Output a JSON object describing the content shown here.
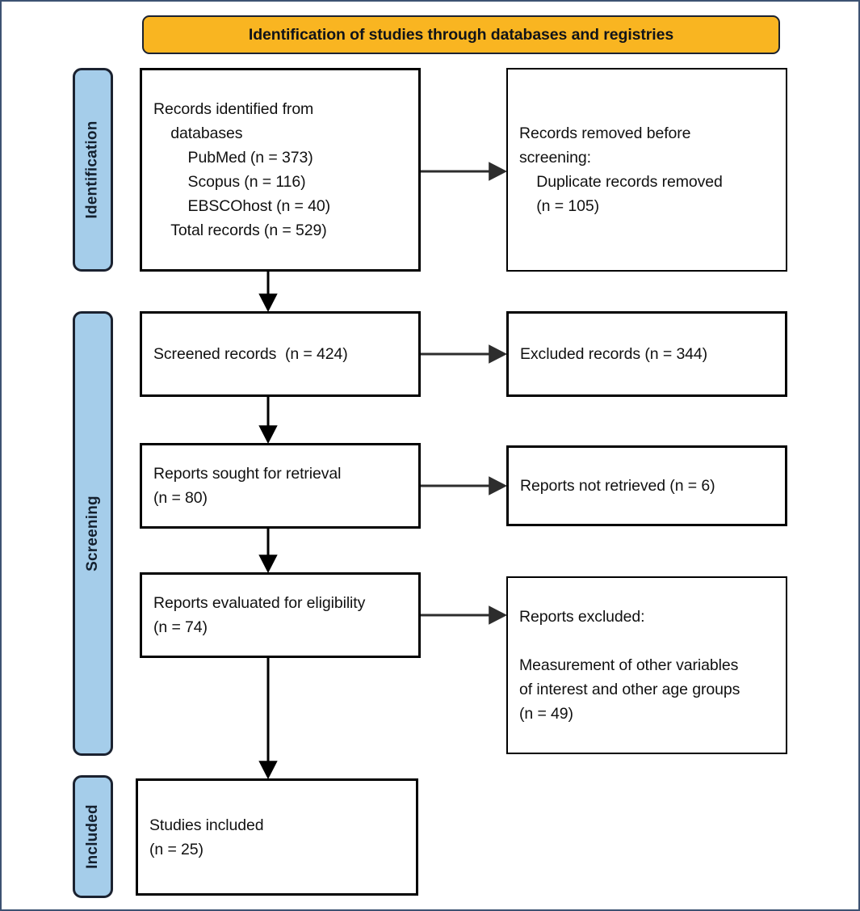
{
  "diagram": {
    "type": "prisma-flow-diagram",
    "header": {
      "title": "Identification of studies through databases and registries",
      "background_color": "#F9B521"
    },
    "stages": [
      {
        "id": "identification",
        "label": "Identification",
        "color": "#A5CDEA"
      },
      {
        "id": "screening",
        "label": "Screening",
        "color": "#A5CDEA"
      },
      {
        "id": "included",
        "label": "Included",
        "color": "#A5CDEA"
      }
    ],
    "boxes": {
      "records_identified": {
        "text": "Records identified from\n    databases\n        PubMed (n = 373)\n        Scopus (n = 116)\n        EBSCOhost (n = 40)\n    Total records (n = 529)"
      },
      "records_removed": {
        "text": "Records removed before\nscreening:\n    Duplicate records removed\n    (n = 105)"
      },
      "screened_records": {
        "text": "Screened records  (n = 424)"
      },
      "excluded_records": {
        "text": "Excluded records (n = 344)"
      },
      "reports_sought": {
        "text": "Reports sought for retrieval\n(n = 80)"
      },
      "reports_not_retrieved": {
        "text": "Reports not retrieved (n = 6)"
      },
      "reports_evaluated": {
        "text": "Reports evaluated for eligibility\n(n = 74)"
      },
      "reports_excluded": {
        "text": "Reports excluded:\n\nMeasurement of other variables\nof interest and other age groups\n(n = 49)"
      },
      "studies_included": {
        "text": "Studies included\n(n = 25)"
      }
    },
    "counts": {
      "pubmed": 373,
      "scopus": 116,
      "ebscohost": 40,
      "total_records": 529,
      "duplicates_removed": 105,
      "screened_records": 424,
      "excluded_records": 344,
      "reports_sought": 80,
      "reports_not_retrieved": 6,
      "reports_evaluated": 74,
      "reports_excluded": 49,
      "studies_included": 25
    }
  }
}
